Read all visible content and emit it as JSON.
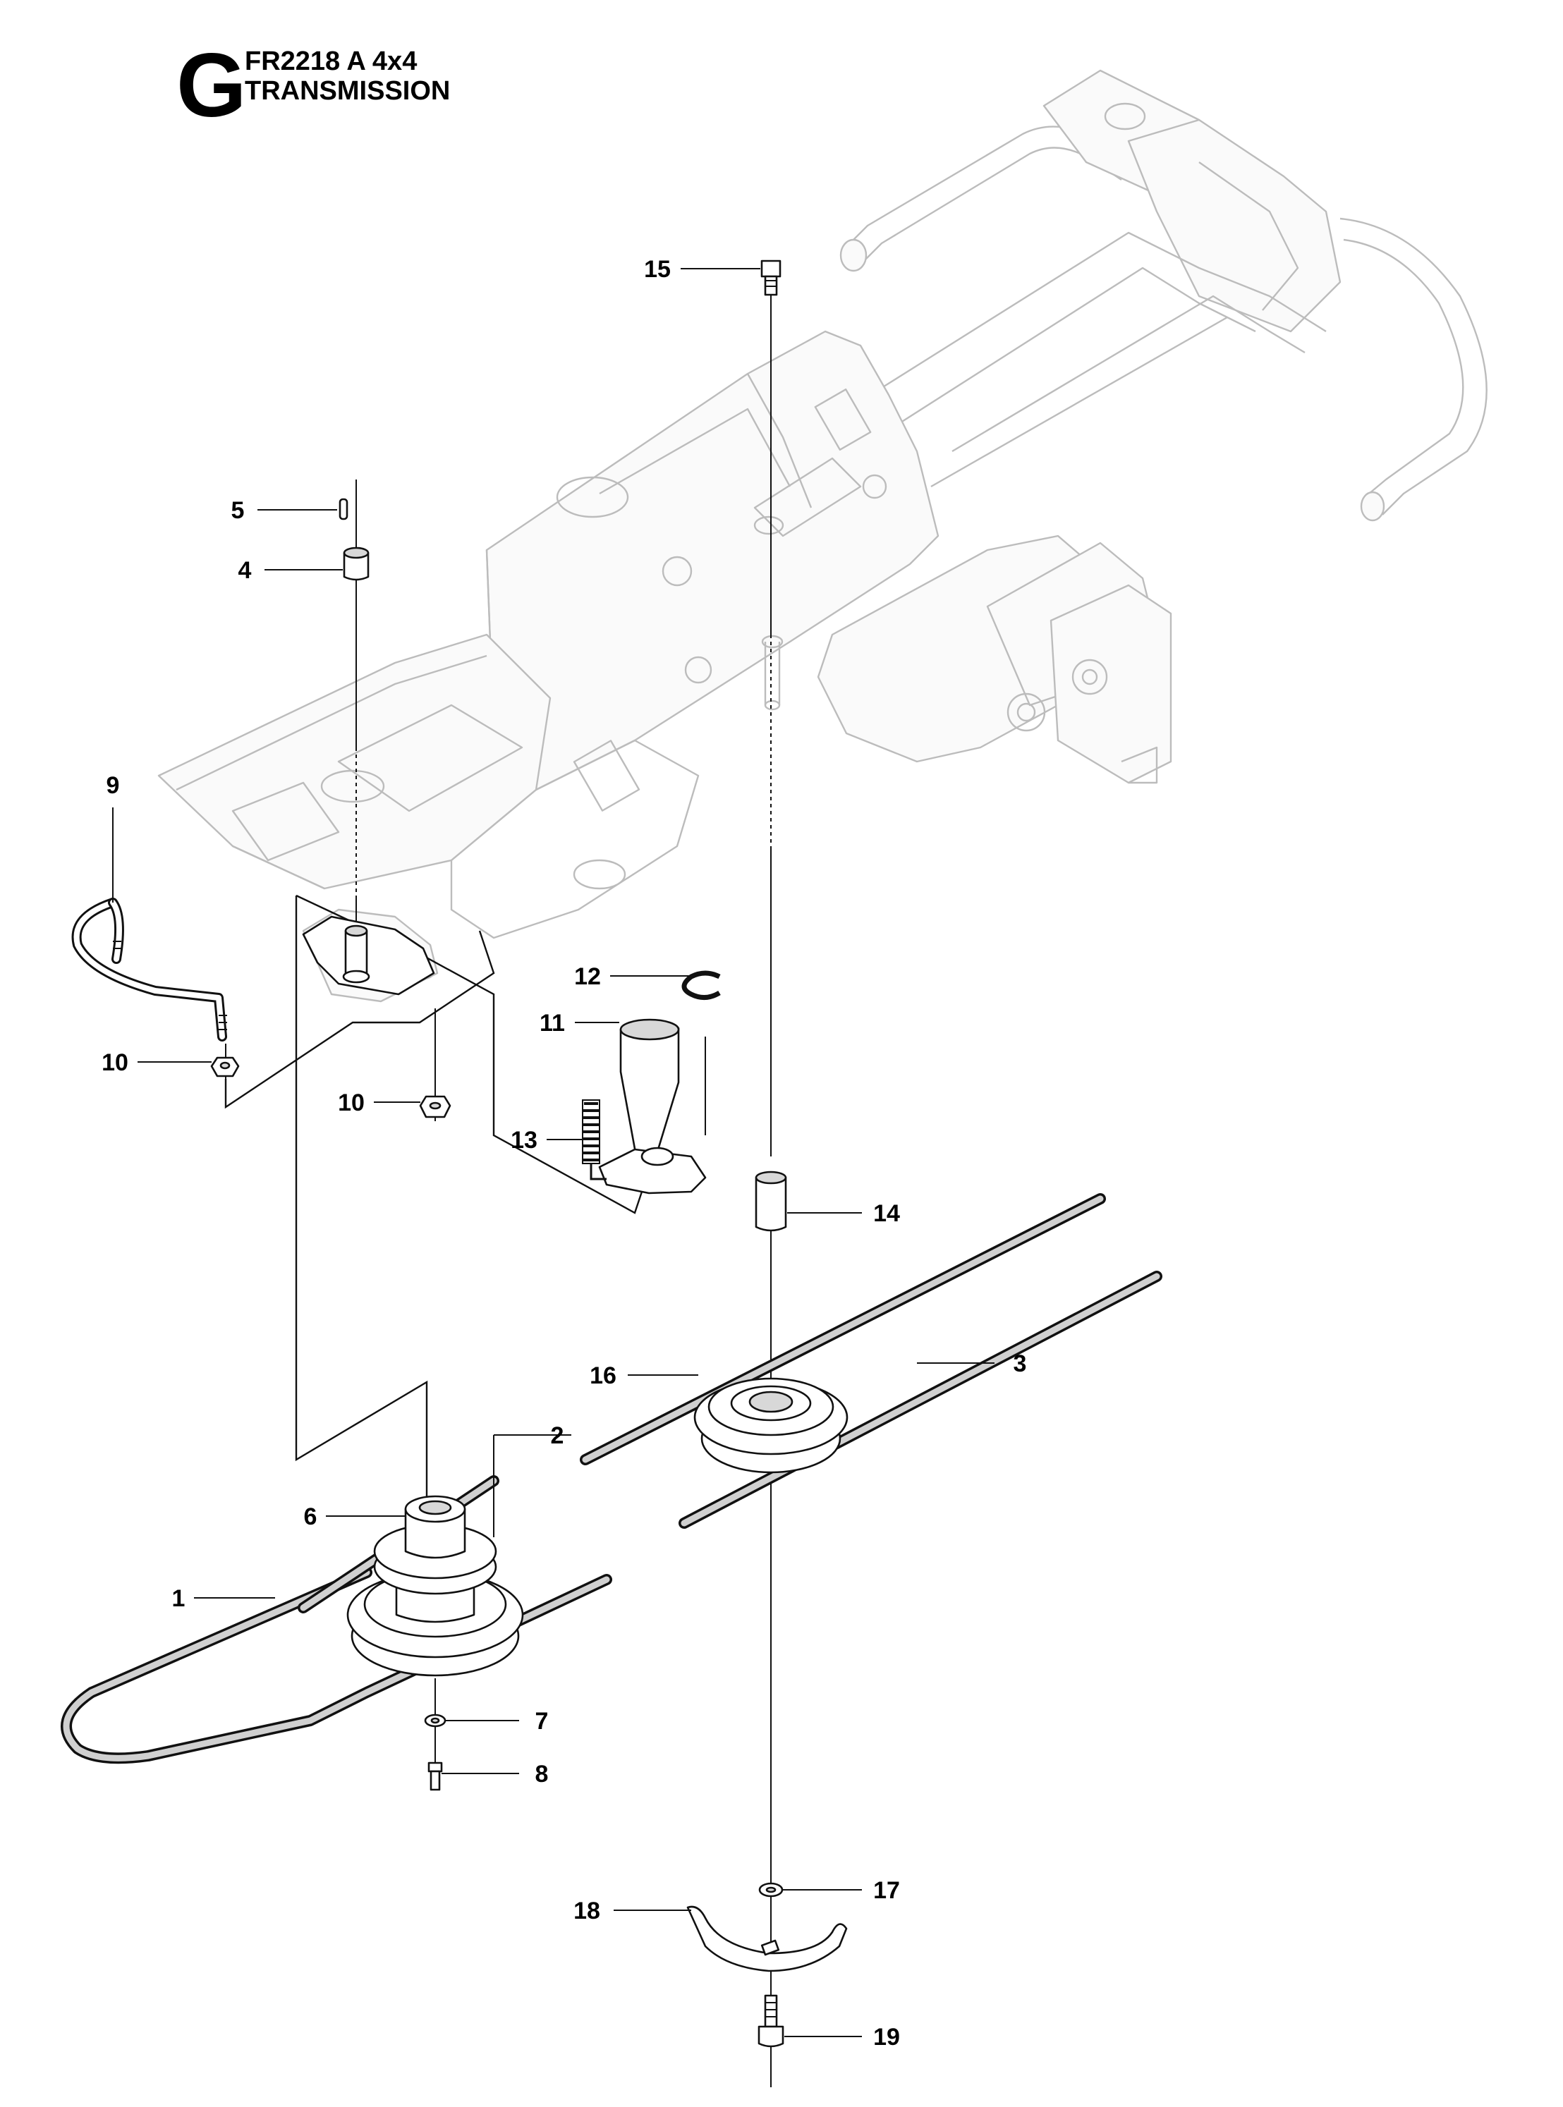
{
  "header": {
    "section_letter": "G",
    "model": "FR2218 A 4x4",
    "title": "TRANSMISSION"
  },
  "callouts": [
    {
      "id": "1",
      "label": "1"
    },
    {
      "id": "2",
      "label": "2"
    },
    {
      "id": "3",
      "label": "3"
    },
    {
      "id": "4",
      "label": "4"
    },
    {
      "id": "5",
      "label": "5"
    },
    {
      "id": "6",
      "label": "6"
    },
    {
      "id": "7",
      "label": "7"
    },
    {
      "id": "8",
      "label": "8"
    },
    {
      "id": "9",
      "label": "9"
    },
    {
      "id": "10a",
      "label": "10"
    },
    {
      "id": "10b",
      "label": "10"
    },
    {
      "id": "11",
      "label": "11"
    },
    {
      "id": "12",
      "label": "12"
    },
    {
      "id": "13",
      "label": "13"
    },
    {
      "id": "14",
      "label": "14"
    },
    {
      "id": "15",
      "label": "15"
    },
    {
      "id": "16",
      "label": "16"
    },
    {
      "id": "17",
      "label": "17"
    },
    {
      "id": "18",
      "label": "18"
    },
    {
      "id": "19",
      "label": "19"
    }
  ]
}
